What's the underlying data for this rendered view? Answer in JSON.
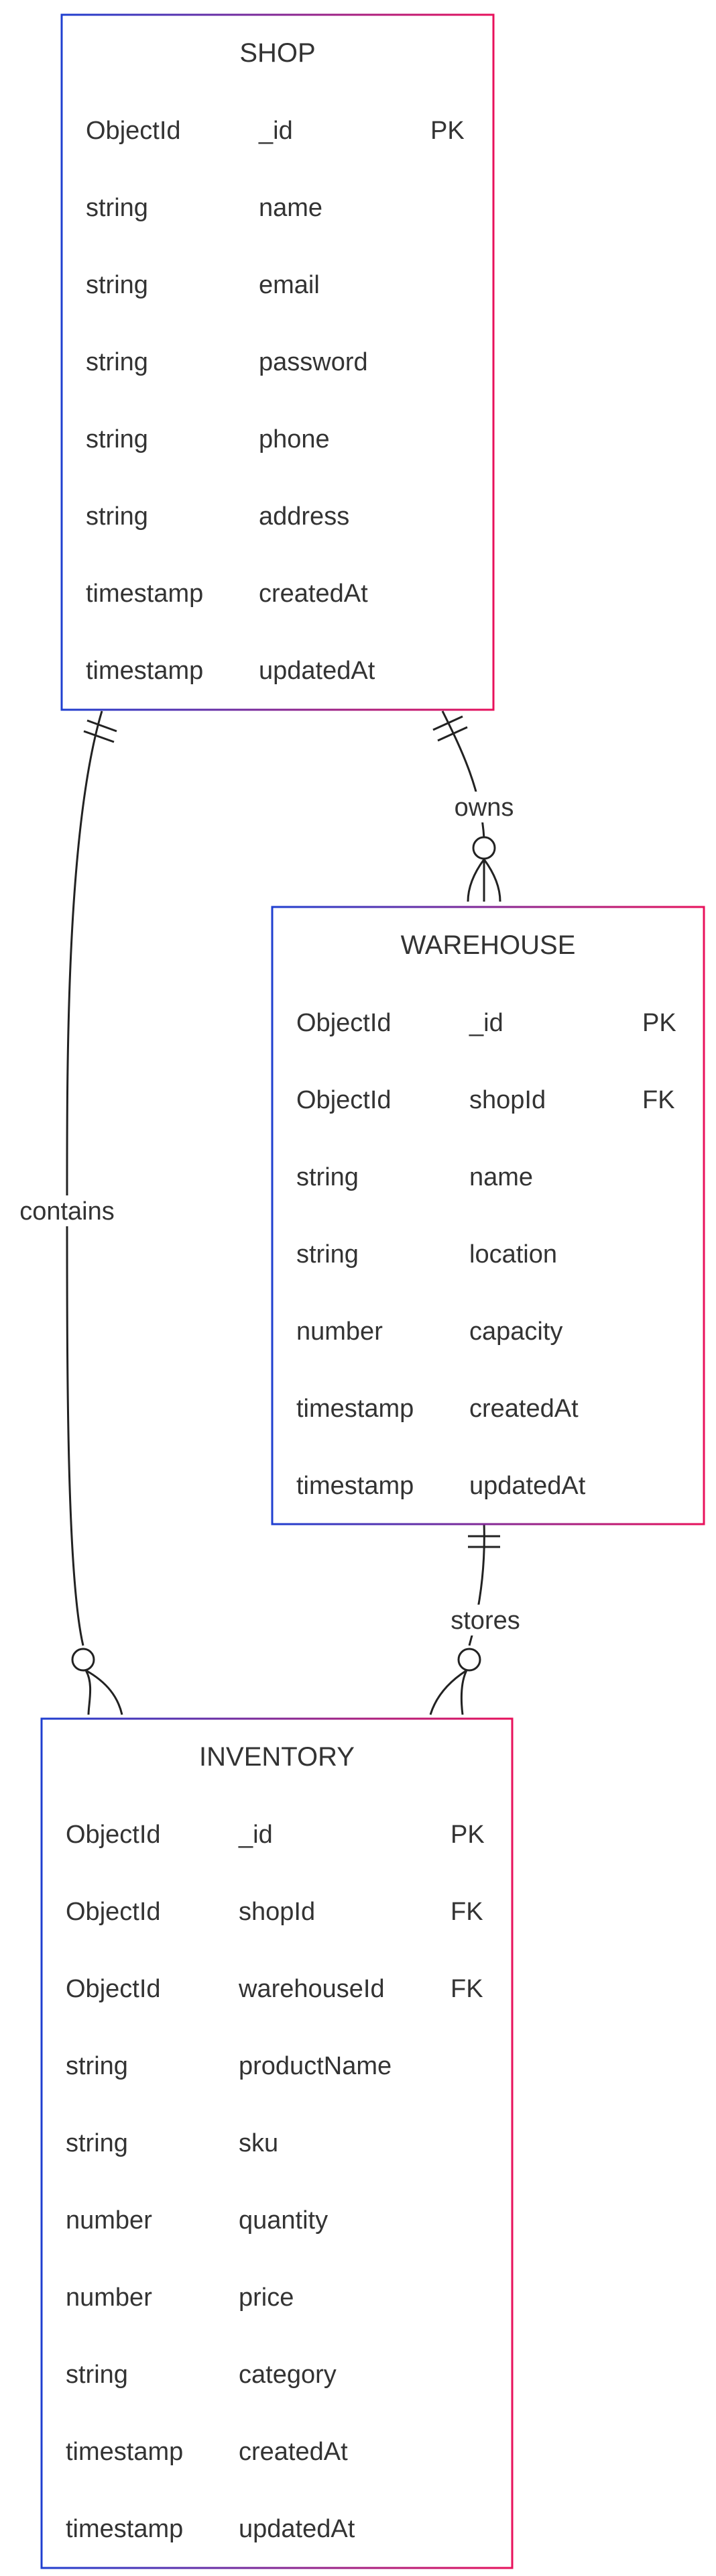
{
  "entities": [
    {
      "id": "shop",
      "name": "SHOP",
      "attributes": [
        {
          "type": "ObjectId",
          "name": "_id",
          "key": "PK"
        },
        {
          "type": "string",
          "name": "name",
          "key": ""
        },
        {
          "type": "string",
          "name": "email",
          "key": ""
        },
        {
          "type": "string",
          "name": "password",
          "key": ""
        },
        {
          "type": "string",
          "name": "phone",
          "key": ""
        },
        {
          "type": "string",
          "name": "address",
          "key": ""
        },
        {
          "type": "timestamp",
          "name": "createdAt",
          "key": ""
        },
        {
          "type": "timestamp",
          "name": "updatedAt",
          "key": ""
        }
      ]
    },
    {
      "id": "warehouse",
      "name": "WAREHOUSE",
      "attributes": [
        {
          "type": "ObjectId",
          "name": "_id",
          "key": "PK"
        },
        {
          "type": "ObjectId",
          "name": "shopId",
          "key": "FK"
        },
        {
          "type": "string",
          "name": "name",
          "key": ""
        },
        {
          "type": "string",
          "name": "location",
          "key": ""
        },
        {
          "type": "number",
          "name": "capacity",
          "key": ""
        },
        {
          "type": "timestamp",
          "name": "createdAt",
          "key": ""
        },
        {
          "type": "timestamp",
          "name": "updatedAt",
          "key": ""
        }
      ]
    },
    {
      "id": "inventory",
      "name": "INVENTORY",
      "attributes": [
        {
          "type": "ObjectId",
          "name": "_id",
          "key": "PK"
        },
        {
          "type": "ObjectId",
          "name": "shopId",
          "key": "FK"
        },
        {
          "type": "ObjectId",
          "name": "warehouseId",
          "key": "FK"
        },
        {
          "type": "string",
          "name": "productName",
          "key": ""
        },
        {
          "type": "string",
          "name": "sku",
          "key": ""
        },
        {
          "type": "number",
          "name": "quantity",
          "key": ""
        },
        {
          "type": "number",
          "name": "price",
          "key": ""
        },
        {
          "type": "string",
          "name": "category",
          "key": ""
        },
        {
          "type": "timestamp",
          "name": "createdAt",
          "key": ""
        },
        {
          "type": "timestamp",
          "name": "updatedAt",
          "key": ""
        }
      ]
    }
  ],
  "relationships": [
    {
      "id": "shop-warehouse",
      "from": "SHOP",
      "to": "WAREHOUSE",
      "label": "owns",
      "from_cardinality": "exactly-one",
      "to_cardinality": "zero-or-many"
    },
    {
      "id": "shop-inventory",
      "from": "SHOP",
      "to": "INVENTORY",
      "label": "contains",
      "from_cardinality": "exactly-one",
      "to_cardinality": "zero-or-many"
    },
    {
      "id": "warehouse-inventory",
      "from": "WAREHOUSE",
      "to": "INVENTORY",
      "label": "stores",
      "from_cardinality": "exactly-one",
      "to_cardinality": "zero-or-many"
    }
  ],
  "colors": {
    "border_start": "#1f3fd0",
    "border_end": "#e8115b",
    "line": "#222222",
    "text": "#333333"
  }
}
